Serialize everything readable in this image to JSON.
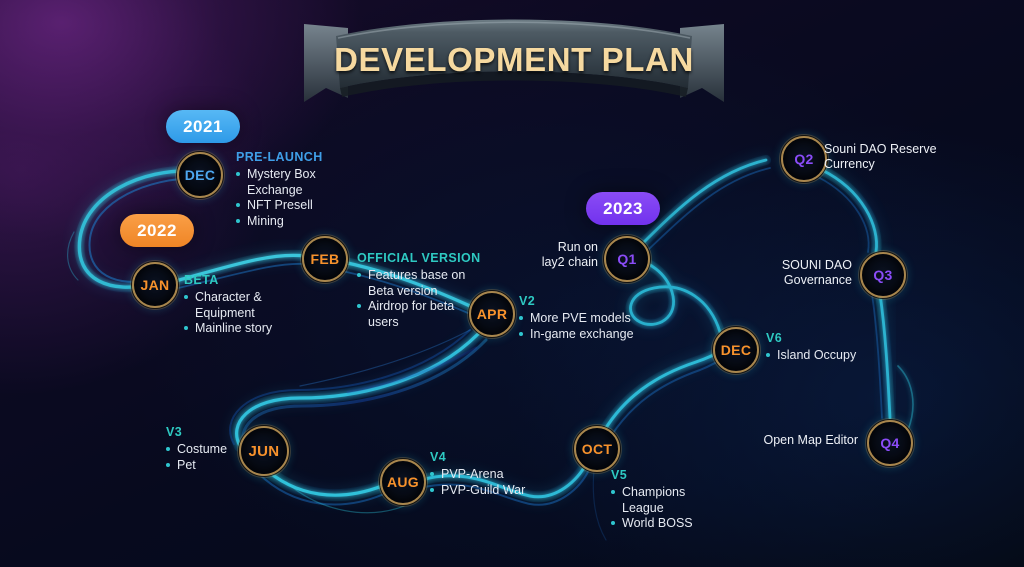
{
  "banner": {
    "title": "DEVELOPMENT PLAN"
  },
  "colors": {
    "year_2021": "#3ba5f0",
    "year_2022": "#f5933a",
    "year_2023": "#7b36f0",
    "heading_blue": "#3f9fe8",
    "heading_cyan": "#2ec9c2",
    "bullet": "#2fc6cf",
    "badge_ring": "#a8864d",
    "background": "#0a0b1c"
  },
  "years": [
    {
      "label": "2021",
      "style": "blue"
    },
    {
      "label": "2022",
      "style": "orange"
    },
    {
      "label": "2023",
      "style": "purple"
    }
  ],
  "milestones": [
    {
      "node": "DEC",
      "node_color": "blue",
      "heading": "PRE-LAUNCH",
      "heading_color": "blue",
      "items": [
        "Mystery Box",
        "Exchange",
        "NFT Presell",
        "Mining"
      ],
      "bullets": [
        true,
        false,
        true,
        true
      ]
    },
    {
      "node": "JAN",
      "node_color": "orange",
      "heading": "BETA",
      "heading_color": "cyan",
      "items": [
        "Character &",
        "Equipment",
        "Mainline story"
      ],
      "bullets": [
        true,
        false,
        true
      ]
    },
    {
      "node": "FEB",
      "node_color": "orange",
      "heading": "OFFICIAL VERSION",
      "heading_color": "cyan",
      "items": [
        "Features base on",
        "Beta version",
        "Airdrop for beta",
        "users"
      ],
      "bullets": [
        true,
        false,
        true,
        false
      ]
    },
    {
      "node": "APR",
      "node_color": "orange",
      "heading": "V2",
      "heading_color": "cyan",
      "items": [
        "More PVE models",
        "In-game exchange"
      ],
      "bullets": [
        true,
        true
      ]
    },
    {
      "node": "JUN",
      "node_color": "orange",
      "heading": "V3",
      "heading_color": "cyan",
      "items": [
        "Costume",
        "Pet"
      ],
      "bullets": [
        true,
        true
      ]
    },
    {
      "node": "AUG",
      "node_color": "orange",
      "heading": "V4",
      "heading_color": "cyan",
      "items": [
        "PVP-Arena",
        "PVP-Guild War"
      ],
      "bullets": [
        true,
        true
      ]
    },
    {
      "node": "OCT",
      "node_color": "orange",
      "heading": "V5",
      "heading_color": "cyan",
      "items": [
        "Champions",
        "League",
        "World BOSS"
      ],
      "bullets": [
        true,
        false,
        true
      ]
    },
    {
      "node": "DEC",
      "node_color": "orange",
      "heading": "V6",
      "heading_color": "cyan",
      "items": [
        "Island Occupy"
      ],
      "bullets": [
        true
      ]
    },
    {
      "node": "Q1",
      "node_color": "purple",
      "heading": "",
      "note": "Run on\nlay2 chain",
      "note_line1": "Run on",
      "note_line2": "lay2 chain"
    },
    {
      "node": "Q2",
      "node_color": "purple",
      "note_line1": "Souni DAO Reserve",
      "note_line2": "Currency"
    },
    {
      "node": "Q3",
      "node_color": "purple",
      "note_line1": "SOUNI DAO",
      "note_line2": "Governance"
    },
    {
      "node": "Q4",
      "node_color": "purple",
      "note_line1": "Open Map Editor",
      "note_line2": ""
    }
  ]
}
